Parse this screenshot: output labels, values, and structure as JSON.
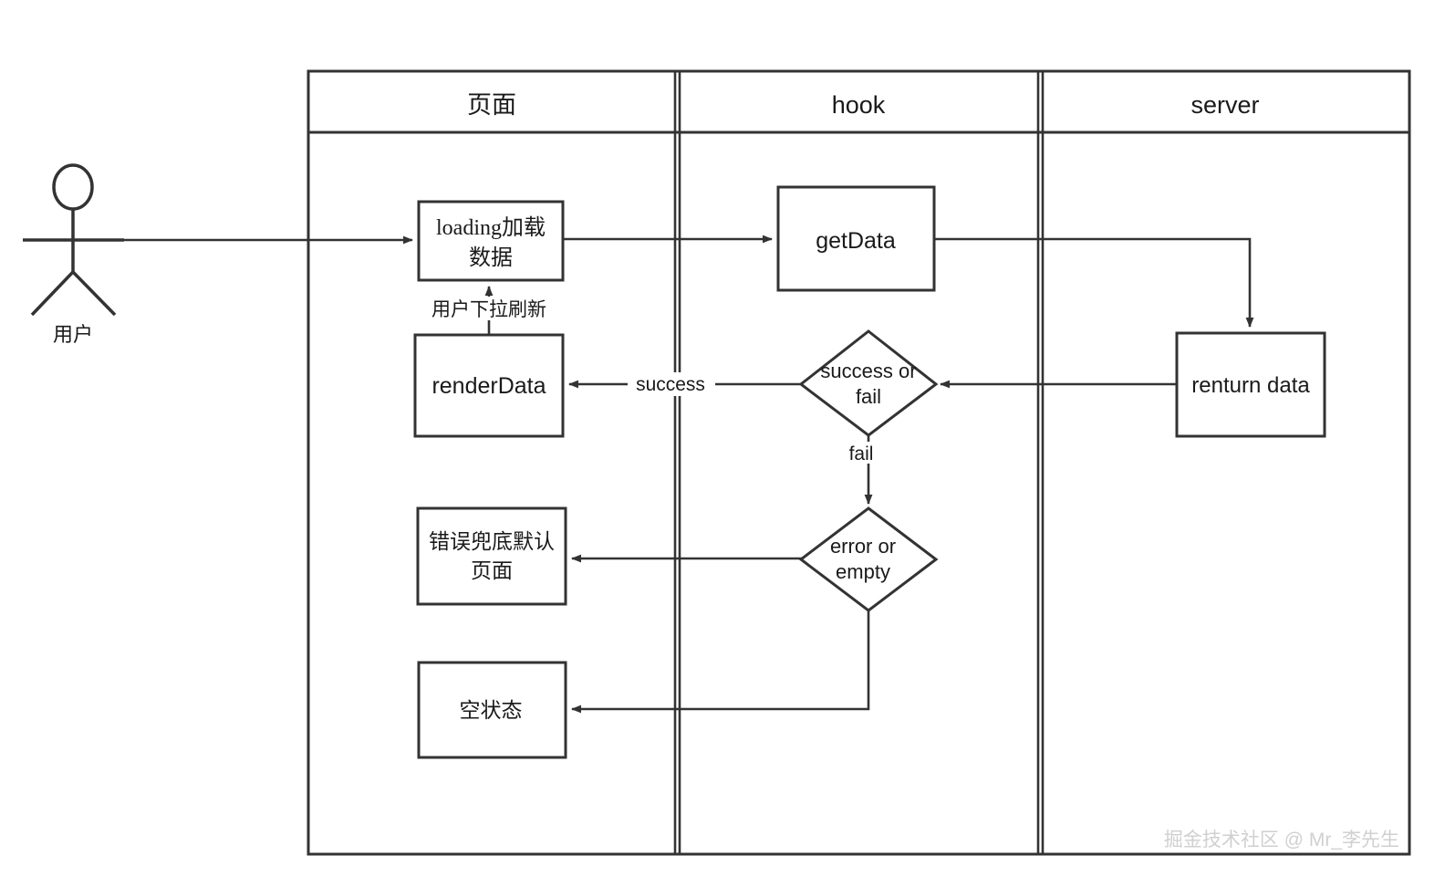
{
  "diagram": {
    "type": "swimlane-flowchart",
    "background": "#ffffff",
    "stroke_color": "#333333",
    "text_color": "#1a1a1a",
    "lanes": [
      {
        "id": "page",
        "title": "页面"
      },
      {
        "id": "hook",
        "title": "hook"
      },
      {
        "id": "server",
        "title": "server"
      }
    ],
    "actor": {
      "label": "用户"
    },
    "nodes": [
      {
        "id": "loading",
        "shape": "rect",
        "lane": "page",
        "line1": "loading加载",
        "line2": "数据"
      },
      {
        "id": "render",
        "shape": "rect",
        "lane": "page",
        "line1": "renderData",
        "line2": ""
      },
      {
        "id": "errorpage",
        "shape": "rect",
        "lane": "page",
        "line1": "错误兜底默认",
        "line2": "页面"
      },
      {
        "id": "emptystate",
        "shape": "rect",
        "lane": "page",
        "line1": "空状态",
        "line2": ""
      },
      {
        "id": "getdata",
        "shape": "rect",
        "lane": "hook",
        "line1": "getData",
        "line2": ""
      },
      {
        "id": "decision1",
        "shape": "diamond",
        "lane": "hook",
        "line1": "success or",
        "line2": "fail"
      },
      {
        "id": "decision2",
        "shape": "diamond",
        "lane": "hook",
        "line1": "error or",
        "line2": "empty"
      },
      {
        "id": "returndata",
        "shape": "rect",
        "lane": "server",
        "line1": "renturn data",
        "line2": ""
      }
    ],
    "edges": [
      {
        "id": "actor-to-loading",
        "from": "actor",
        "to": "loading",
        "label": ""
      },
      {
        "id": "loading-to-getdata",
        "from": "loading",
        "to": "getdata",
        "label": ""
      },
      {
        "id": "getdata-to-returndata",
        "from": "getdata",
        "to": "returndata",
        "label": ""
      },
      {
        "id": "returndata-to-decision1",
        "from": "returndata",
        "to": "decision1",
        "label": ""
      },
      {
        "id": "decision1-to-render",
        "from": "decision1",
        "to": "render",
        "label": "success"
      },
      {
        "id": "render-to-loading",
        "from": "render",
        "to": "loading",
        "label": "用户下拉刷新"
      },
      {
        "id": "decision1-to-decision2",
        "from": "decision1",
        "to": "decision2",
        "label": "fail"
      },
      {
        "id": "decision2-to-errorpage",
        "from": "decision2",
        "to": "errorpage",
        "label": ""
      },
      {
        "id": "decision2-to-emptystate",
        "from": "decision2",
        "to": "emptystate",
        "label": ""
      }
    ],
    "watermark": "掘金技术社区 @ Mr_李先生"
  }
}
